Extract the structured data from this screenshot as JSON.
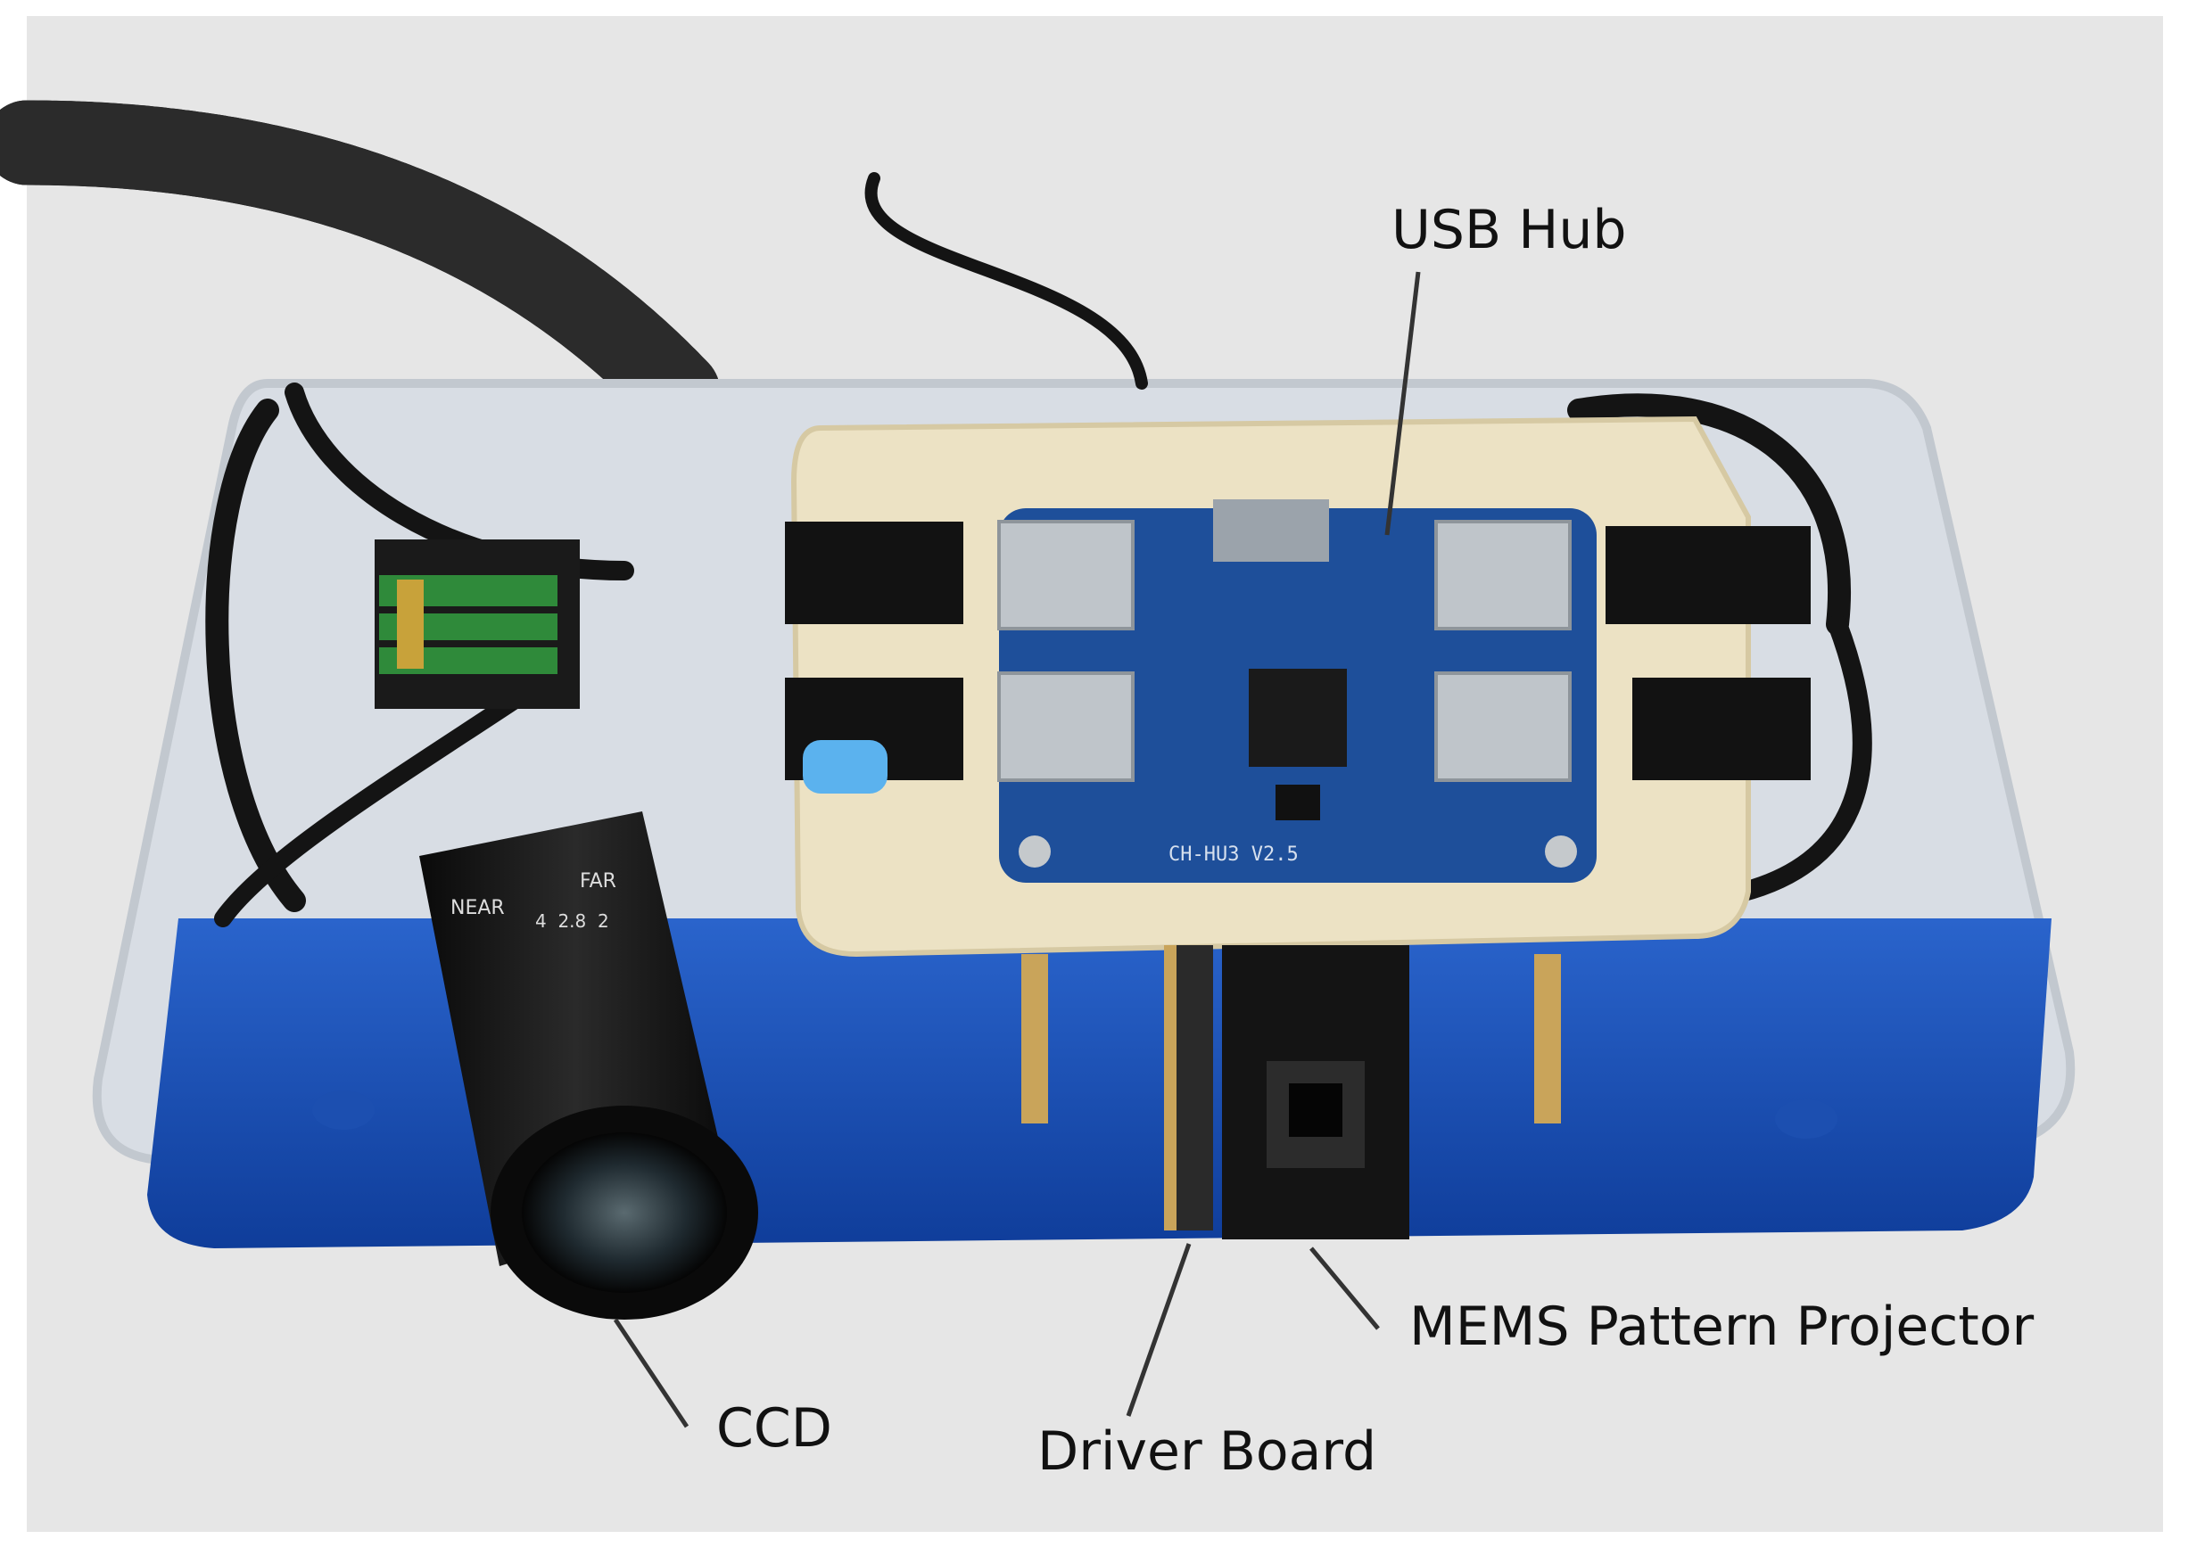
{
  "labels": {
    "usb_hub": "USB Hub",
    "mems_projector": "MEMS Pattern Projector",
    "ccd": "CCD",
    "driver_board": "Driver Board"
  },
  "board_markings": {
    "hub_model": "CH-HU3 V2.5"
  },
  "lens_markings": {
    "near": "NEAR",
    "far": "FAR",
    "scale": "4  2.8  2"
  },
  "colors": {
    "background": "#e6e6e6",
    "frame": "#ffffff",
    "base_plate": "#1a50b8",
    "pcb": "#1e4f9a",
    "mount": "#ece2c4",
    "cable": "#151515",
    "leader_line": "#333333"
  }
}
